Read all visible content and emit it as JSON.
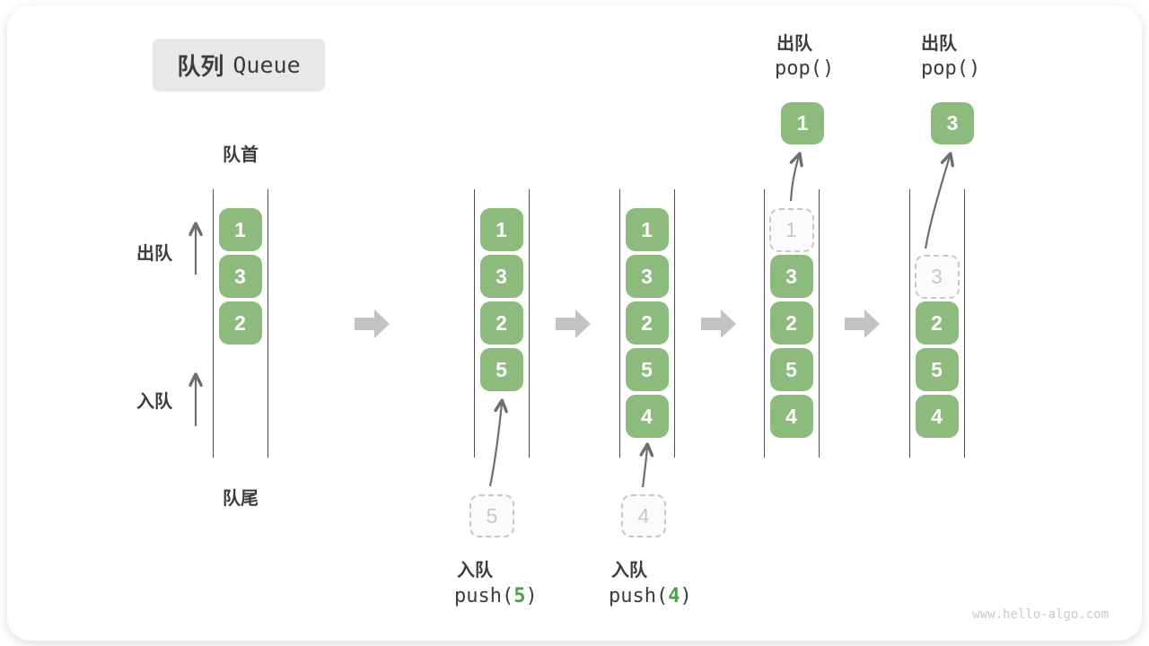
{
  "title": {
    "zh": "队列",
    "en": "Queue"
  },
  "labels": {
    "front": "队首",
    "rear": "队尾",
    "dequeue_side": "出队",
    "enqueue_side": "入队"
  },
  "stages": [
    {
      "boxes": [
        "1",
        "3",
        "2"
      ]
    },
    {
      "boxes": [
        "1",
        "3",
        "2",
        "5"
      ],
      "pending": "5",
      "op": {
        "name": "入队",
        "code_pre": "push(",
        "arg": "5",
        "code_post": ")"
      }
    },
    {
      "boxes": [
        "1",
        "3",
        "2",
        "5",
        "4"
      ],
      "pending": "4",
      "op": {
        "name": "入队",
        "code_pre": "push(",
        "arg": "4",
        "code_post": ")"
      }
    },
    {
      "boxes": [
        "3",
        "2",
        "5",
        "4"
      ],
      "ghost": "1",
      "popped": "1",
      "op": {
        "name": "出队",
        "code": "pop()"
      }
    },
    {
      "boxes": [
        "2",
        "5",
        "4"
      ],
      "ghost": "3",
      "popped": "3",
      "op": {
        "name": "出队",
        "code": "pop()"
      }
    }
  ],
  "watermark": "www.hello-algo.com",
  "colors": {
    "box_green": "#8cbb7d",
    "accent_green": "#4f9e4f",
    "block_arrow_gray": "#c3c3c3",
    "container_line": "#4f4f4f",
    "text_dark": "#3c3c3c",
    "ghost_gray": "#c7c7c7",
    "title_bg": "#e8e8e8",
    "watermark_gray": "#c9c9c9"
  }
}
